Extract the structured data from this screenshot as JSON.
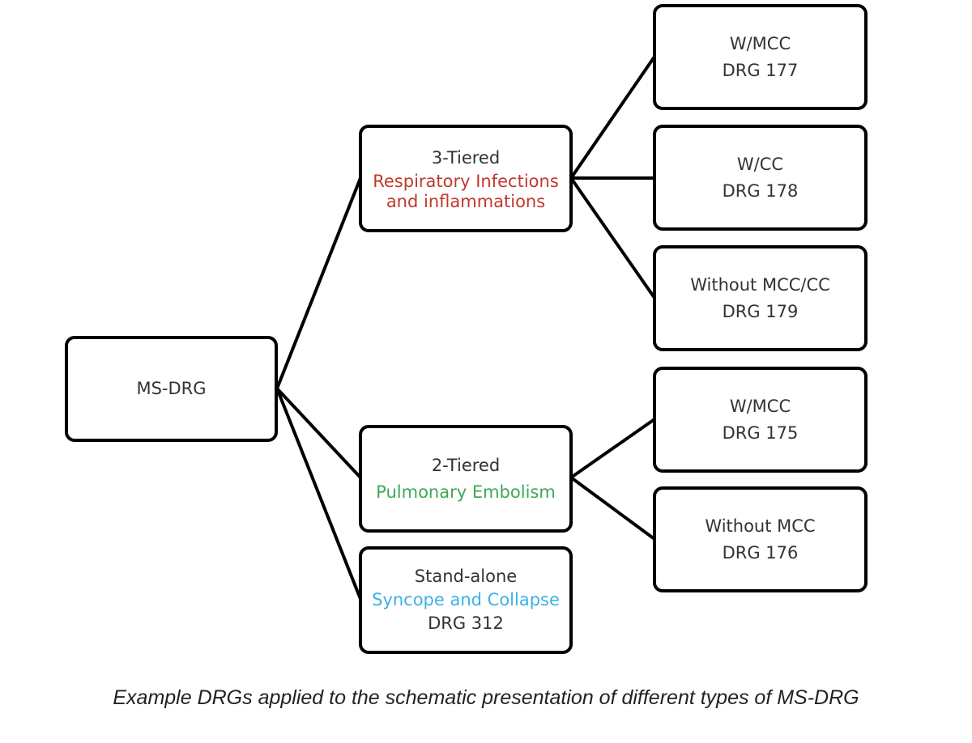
{
  "diagram": {
    "root": {
      "label": "MS-DRG"
    },
    "three_tiered": {
      "type_label": "3-Tiered",
      "condition_line1": "Respiratory Infections",
      "condition_line2": "and inflammations",
      "condition_color": "#c0392b",
      "children": [
        {
          "label": "W/MCC",
          "drg": "DRG 177"
        },
        {
          "label": "W/CC",
          "drg": "DRG 178"
        },
        {
          "label": "Without MCC/CC",
          "drg": "DRG 179"
        }
      ]
    },
    "two_tiered": {
      "type_label": "2-Tiered",
      "condition": "Pulmonary Embolism",
      "condition_color": "#3fa857",
      "children": [
        {
          "label": "W/MCC",
          "drg": "DRG 175"
        },
        {
          "label": "Without MCC",
          "drg": "DRG 176"
        }
      ]
    },
    "stand_alone": {
      "type_label": "Stand-alone",
      "condition": "Syncope and Collapse",
      "condition_color": "#3fb0e6",
      "drg": "DRG 312"
    }
  },
  "caption": "Example DRGs applied to the schematic presentation of different types of MS-DRG"
}
